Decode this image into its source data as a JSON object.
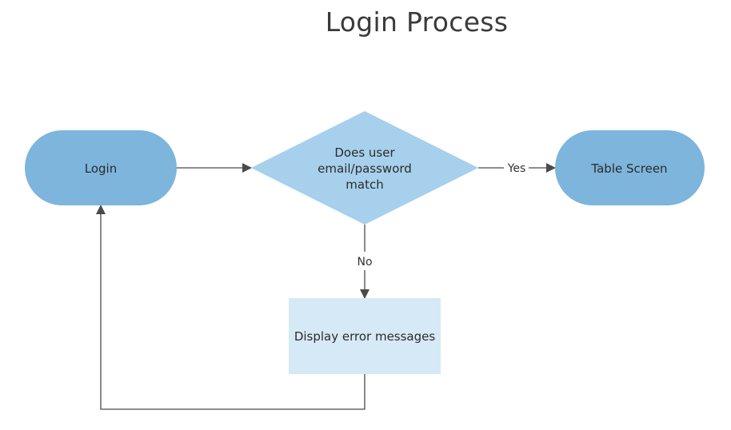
{
  "title": "Login Process",
  "colors": {
    "terminal_fill": "#7db5dc",
    "decision_fill": "#a7d0ec",
    "process_fill": "#d6e9f6",
    "edge": "#4a4a4a"
  },
  "nodes": {
    "login": {
      "label": "Login",
      "shape": "terminal"
    },
    "decision": {
      "lines": [
        "Does user",
        "email/password",
        "match"
      ],
      "shape": "decision"
    },
    "table_screen": {
      "label": "Table Screen",
      "shape": "terminal"
    },
    "error": {
      "label": "Display error messages",
      "shape": "process"
    }
  },
  "edges": {
    "yes_label": "Yes",
    "no_label": "No"
  }
}
